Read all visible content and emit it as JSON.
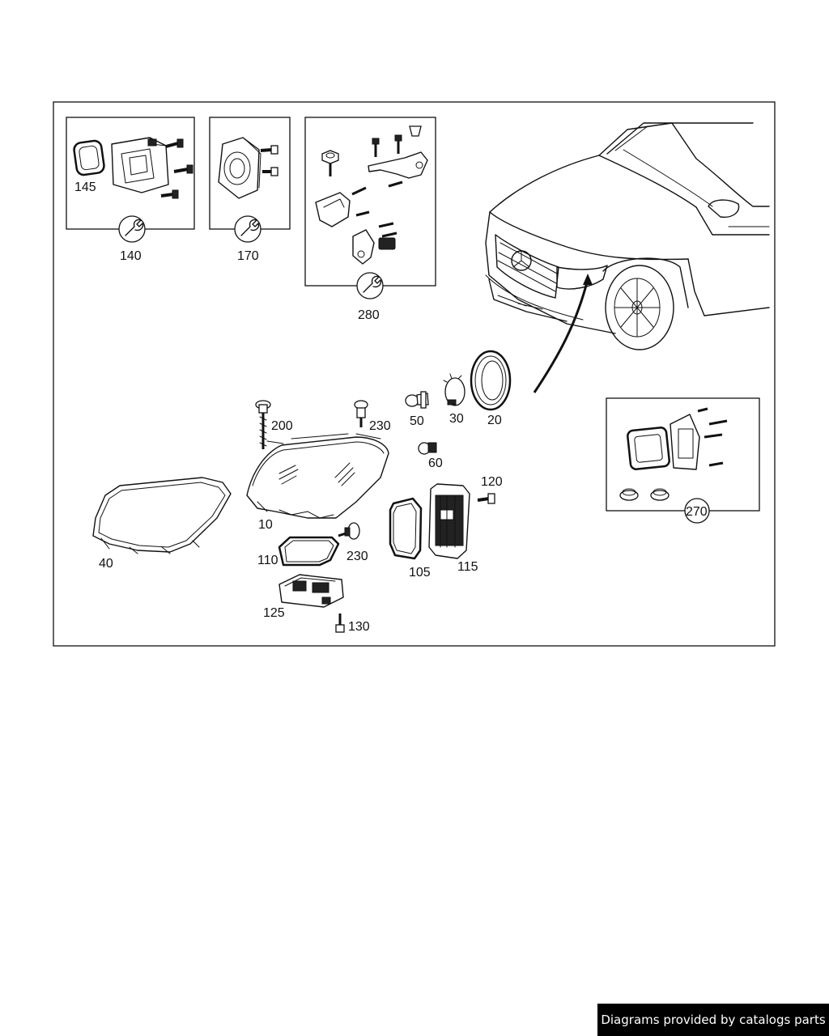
{
  "credit": "Diagrams provided by catalogs parts",
  "callouts": {
    "c145": "145",
    "c140": "140",
    "c170": "170",
    "c280": "280",
    "c200": "200",
    "c230a": "230",
    "c50": "50",
    "c30": "30",
    "c20": "20",
    "c60": "60",
    "c120": "120",
    "c10": "10",
    "c40": "40",
    "c110": "110",
    "c230b": "230",
    "c105": "105",
    "c115": "115",
    "c125": "125",
    "c130": "130",
    "c270": "270"
  },
  "icons": {
    "service_kit": "wrench-icon",
    "vehicle": "car-front-illustration",
    "pointer": "location-arrow"
  }
}
